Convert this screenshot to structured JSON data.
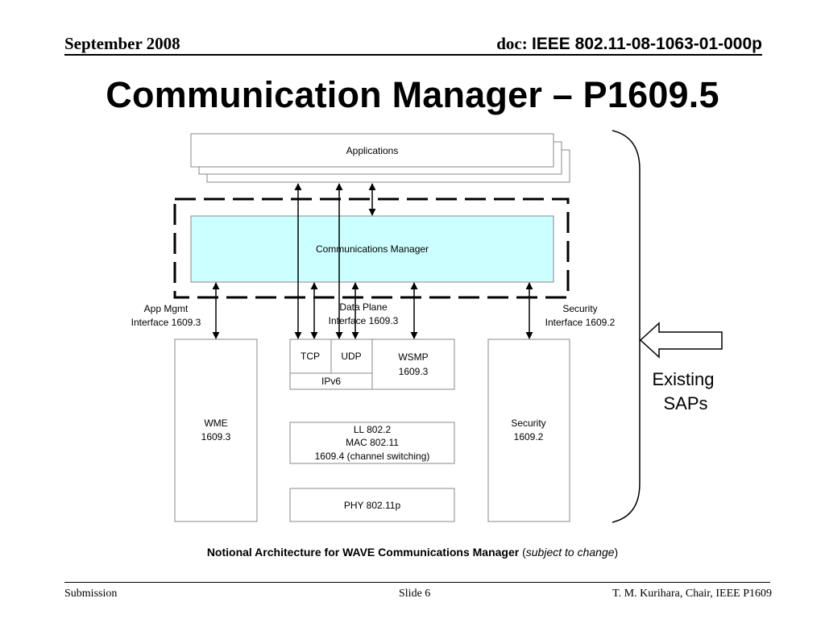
{
  "header": {
    "date": "September 2008",
    "doc_prefix": "doc: ",
    "doc_id": "IEEE 802.11-08-1063-01-000p"
  },
  "title": "Communication Manager – P1609.5",
  "diagram": {
    "applications": "Applications",
    "comm_manager": "Communications Manager",
    "app_mgmt_line1": "App Mgmt",
    "app_mgmt_line2": "Interface 1609.3",
    "data_plane_line1": "Data Plane",
    "data_plane_line2": "Interface 1609.3",
    "security_if_line1": "Security",
    "security_if_line2": "Interface 1609.2",
    "tcp": "TCP",
    "udp": "UDP",
    "ipv6": "IPv6",
    "wsmp_line1": "WSMP",
    "wsmp_line2": "1609.3",
    "wme_line1": "WME",
    "wme_line2": "1609.3",
    "security_line1": "Security",
    "security_line2": "1609.2",
    "ll_line1": "LL 802.2",
    "ll_line2": "MAC 802.11",
    "ll_line3": "1609.4 (channel switching)",
    "phy": "PHY 802.11p",
    "existing_line1": "Existing",
    "existing_line2": "SAPs",
    "comm_manager_fill": "#ccffff"
  },
  "caption": {
    "bold": "Notional Architecture for WAVE Communications Manager",
    "open": " (",
    "italic": "subject to change",
    "close": ")"
  },
  "footer": {
    "left": "Submission",
    "center": "Slide 6",
    "right": "T. M. Kurihara, Chair, IEEE P1609"
  }
}
